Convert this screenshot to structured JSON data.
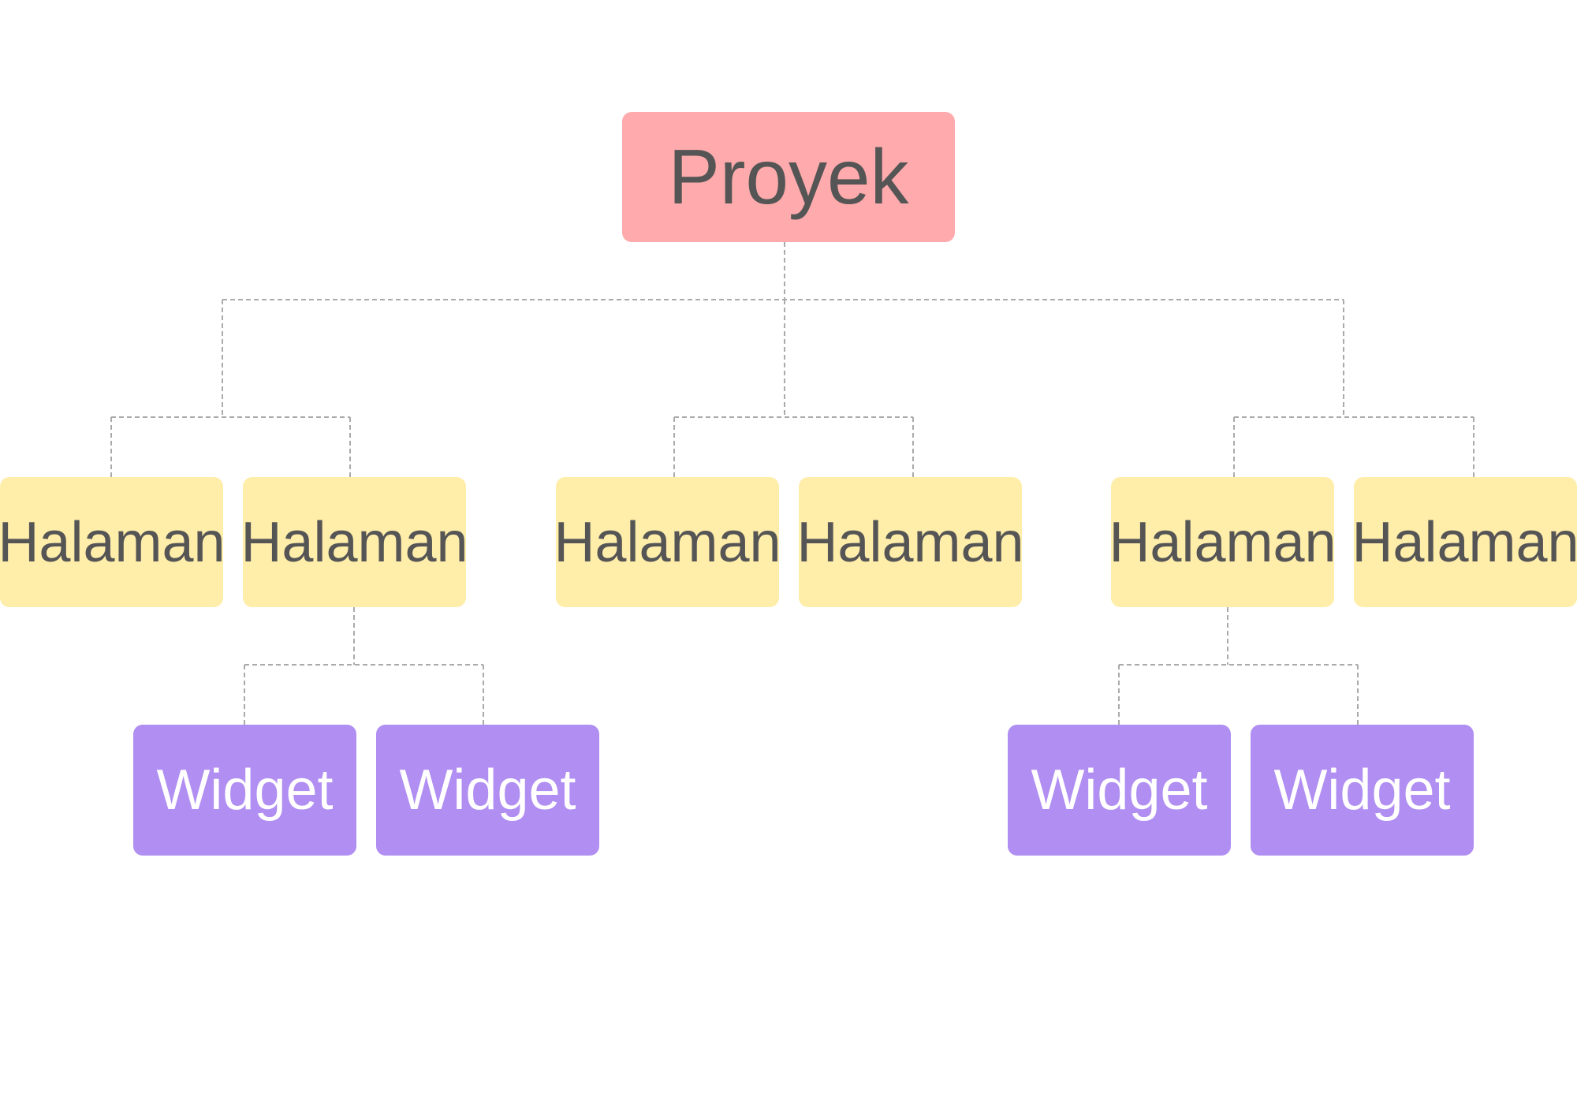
{
  "colors": {
    "root_fill": "#ffaaac",
    "page_fill": "#ffedaa",
    "widget_fill": "#b08ef2",
    "dark_text": "#555555",
    "light_text": "#ffffff",
    "connector": "#aaaaaa"
  },
  "root": {
    "label": "Proyek"
  },
  "pages": [
    {
      "label": "Halaman"
    },
    {
      "label": "Halaman"
    },
    {
      "label": "Halaman"
    },
    {
      "label": "Halaman"
    },
    {
      "label": "Halaman"
    },
    {
      "label": "Halaman"
    }
  ],
  "widgets": [
    {
      "label": "Widget"
    },
    {
      "label": "Widget"
    },
    {
      "label": "Widget"
    },
    {
      "label": "Widget"
    }
  ]
}
